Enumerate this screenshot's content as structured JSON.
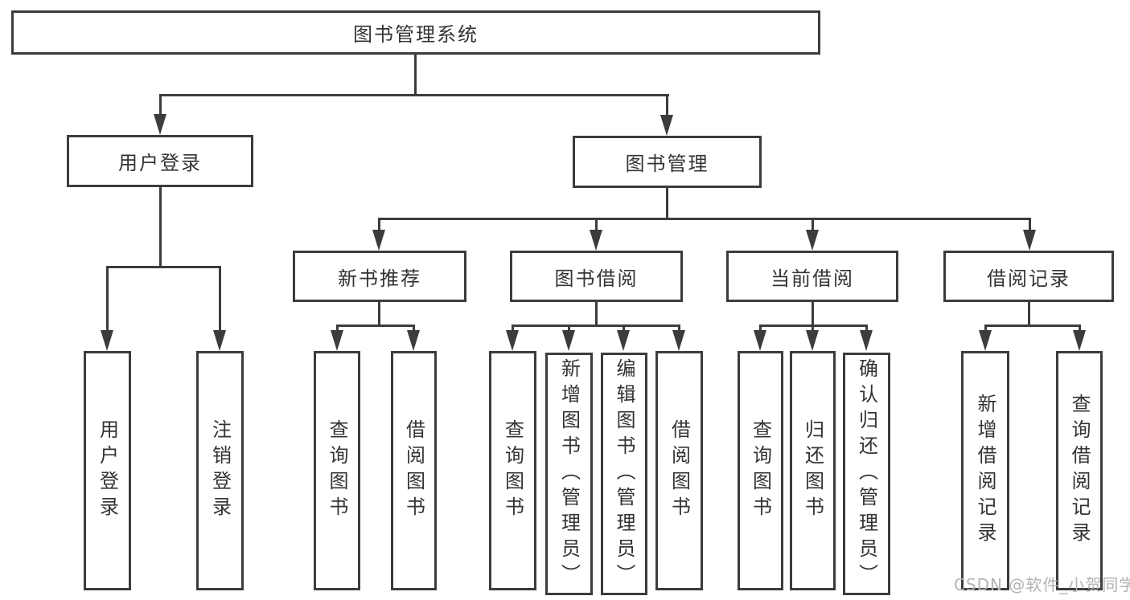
{
  "root": {
    "label": "图书管理系统",
    "children": [
      {
        "label": "用户登录",
        "children": [
          {
            "label": "用户登录"
          },
          {
            "label": "注销登录"
          }
        ]
      },
      {
        "label": "图书管理",
        "children": [
          {
            "label": "新书推荐",
            "children": [
              {
                "label": "查询图书"
              },
              {
                "label": "借阅图书"
              }
            ]
          },
          {
            "label": "图书借阅",
            "children": [
              {
                "label": "查询图书"
              },
              {
                "label": "新增图书（管理员）"
              },
              {
                "label": "编辑图书（管理员）"
              },
              {
                "label": "借阅图书"
              }
            ]
          },
          {
            "label": "当前借阅",
            "children": [
              {
                "label": "查询图书"
              },
              {
                "label": "归还图书"
              },
              {
                "label": "确认归还（管理员）"
              }
            ]
          },
          {
            "label": "借阅记录",
            "children": [
              {
                "label": "新增借阅记录"
              },
              {
                "label": "查询借阅记录"
              }
            ]
          }
        ]
      }
    ]
  },
  "watermark": "CSDN @软件_小贺同学",
  "colors": {
    "line": "#3c3c3c",
    "text": "#333333",
    "watermark": "#b3b3b3",
    "background": "#ffffff"
  }
}
